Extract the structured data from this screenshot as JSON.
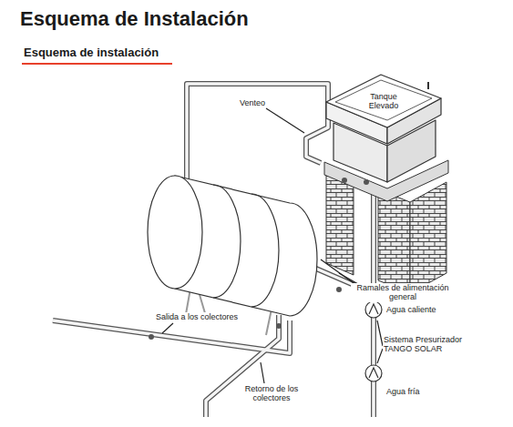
{
  "diagram": {
    "title": "Esquema de Instalación",
    "nodes": [
      {
        "text": [
          "Tanque Elevado"
        ]
      }
    ],
    "labels": [
      "Esquema de instalación",
      "Venteo",
      "Ramales de alimentación general",
      "Agua caliente",
      "Sistema Presurizador TANGO SOLAR",
      "Agua fría",
      "Salida a los colectores",
      "Retorno de los colectores"
    ]
  }
}
